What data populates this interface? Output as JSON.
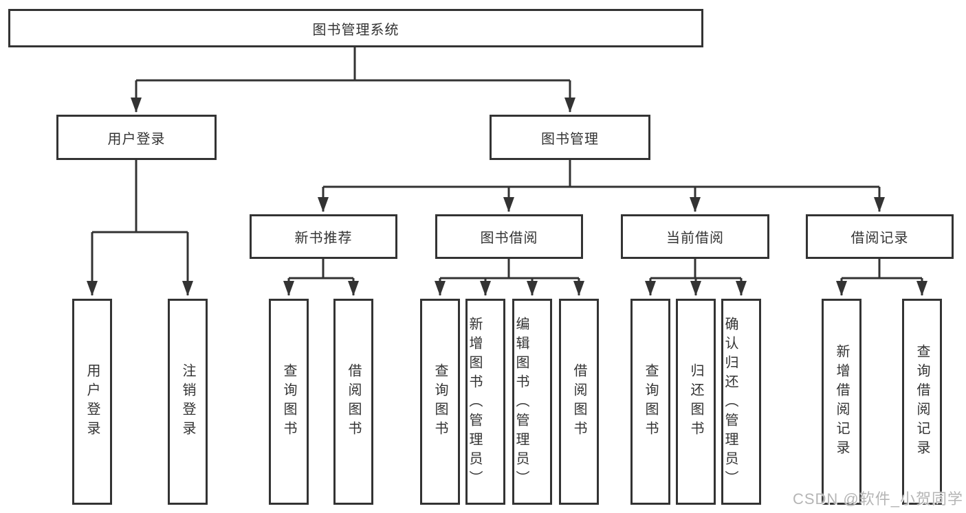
{
  "diagram": {
    "root": {
      "label": "图书管理系统"
    },
    "user_login_branch": {
      "label": "用户登录",
      "children": [
        {
          "label": "用户登录"
        },
        {
          "label": "注销登录"
        }
      ]
    },
    "book_management_branch": {
      "label": "图书管理",
      "groups": [
        {
          "label": "新书推荐",
          "children": [
            {
              "label": "查询图书"
            },
            {
              "label": "借阅图书"
            }
          ]
        },
        {
          "label": "图书借阅",
          "children": [
            {
              "label": "查询图书"
            },
            {
              "label": "新增图书（管理员）"
            },
            {
              "label": "编辑图书（管理员）"
            },
            {
              "label": "借阅图书"
            }
          ]
        },
        {
          "label": "当前借阅",
          "children": [
            {
              "label": "查询图书"
            },
            {
              "label": "归还图书"
            },
            {
              "label": "确认归还（管理员）"
            }
          ]
        },
        {
          "label": "借阅记录",
          "children": [
            {
              "label": "新增借阅记录"
            },
            {
              "label": "查询借阅记录"
            }
          ]
        }
      ]
    }
  },
  "watermark": {
    "text": "CSDN @软件_小贺同学"
  },
  "colors": {
    "line": "#333333",
    "text": "#333333",
    "background": "#ffffff",
    "watermark": "#b5b5b5"
  }
}
